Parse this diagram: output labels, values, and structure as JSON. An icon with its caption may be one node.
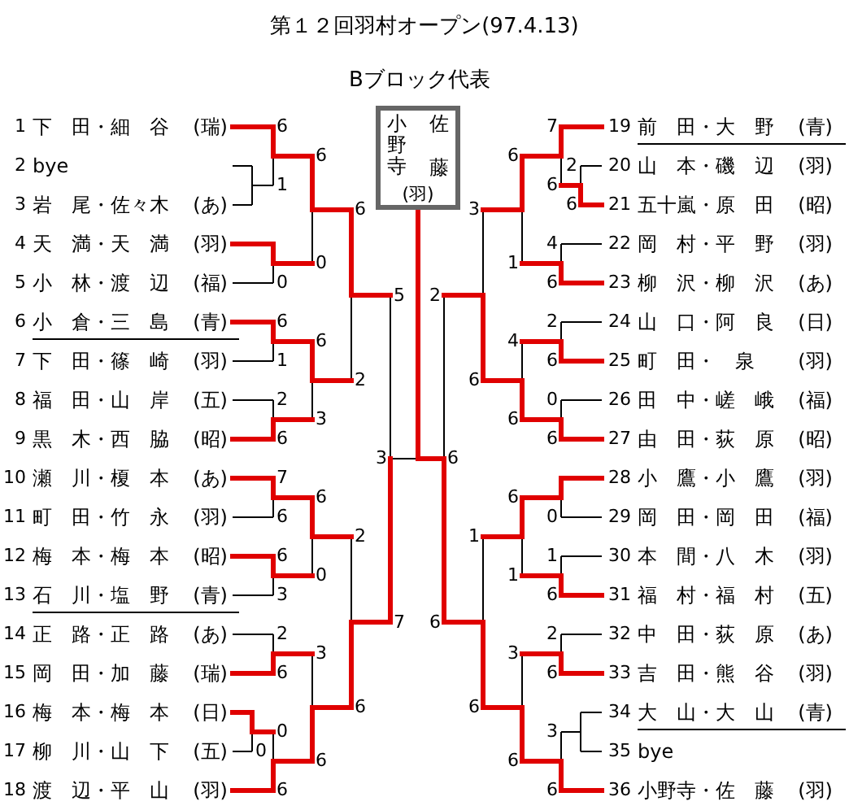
{
  "diagram": {
    "title": "第１２回羽村オープン(97.4.13)",
    "nodes": [
      {
        "text": [
          "下　田・細　谷",
          "(瑞)"
        ],
        "beside": [
          "1"
        ]
      },
      {
        "text": [
          "bye"
        ],
        "beside": [
          "2"
        ]
      },
      {
        "text": [
          "岩　尾・佐々木",
          "(あ)"
        ],
        "beside": [
          "3"
        ]
      },
      {
        "text": [
          "天　満・天　満",
          "(羽)"
        ],
        "beside": [
          "4"
        ]
      },
      {
        "text": [
          "小　林・渡　辺",
          "(福)"
        ],
        "beside": [
          "5"
        ]
      },
      {
        "text": [
          "小　倉・三　島",
          "(青)"
        ],
        "beside": [
          "6"
        ]
      },
      {
        "text": [
          "下　田・篠　崎",
          "(羽)"
        ],
        "beside": [
          "7"
        ]
      },
      {
        "text": [
          "福　田・山　岸",
          "(五)"
        ],
        "beside": [
          "8"
        ]
      },
      {
        "text": [
          "黒　木・西　脇",
          "(昭)"
        ],
        "beside": [
          "9"
        ]
      },
      {
        "text": [
          "瀬　川・榎　本",
          "(あ)"
        ],
        "beside": [
          "10"
        ]
      },
      {
        "text": [
          "町　田・竹　永",
          "(羽)"
        ],
        "beside": [
          "11"
        ]
      },
      {
        "text": [
          "梅　本・梅　本",
          "(昭)"
        ],
        "beside": [
          "12"
        ]
      },
      {
        "text": [
          "石　川・塩　野",
          "(青)"
        ],
        "beside": [
          "13"
        ]
      },
      {
        "text": [
          "正　路・正　路",
          "(あ)"
        ],
        "beside": [
          "14"
        ]
      },
      {
        "text": [
          "岡　田・加　藤",
          "(瑞)"
        ],
        "beside": [
          "15"
        ]
      },
      {
        "text": [
          "梅　本・梅　本",
          "(日)"
        ],
        "beside": [
          "16"
        ]
      },
      {
        "text": [
          "柳　川・山　下",
          "(五)"
        ],
        "beside": [
          "17"
        ]
      },
      {
        "text": [
          "渡　辺・平　山",
          "(羽)"
        ],
        "beside": [
          "18"
        ]
      },
      {
        "text": [
          "前　田・大　野",
          "(青)"
        ],
        "beside": [
          "19"
        ]
      },
      {
        "text": [
          "山　本・磯　辺",
          "(羽)"
        ],
        "beside": [
          "20"
        ]
      },
      {
        "text": [
          "五十嵐・原　田",
          "(昭)"
        ],
        "beside": [
          "21"
        ]
      },
      {
        "text": [
          "岡　村・平　野",
          "(羽)"
        ],
        "beside": [
          "22"
        ]
      },
      {
        "text": [
          "柳　沢・柳　沢",
          "(あ)"
        ],
        "beside": [
          "23"
        ]
      },
      {
        "text": [
          "山　口・阿　良",
          "(日)"
        ],
        "beside": [
          "24"
        ]
      },
      {
        "text": [
          "町　田・　泉",
          "(羽)"
        ],
        "beside": [
          "25"
        ]
      },
      {
        "text": [
          "田　中・嵯　峨",
          "(福)"
        ],
        "beside": [
          "26"
        ]
      },
      {
        "text": [
          "由　田・荻　原",
          "(昭)"
        ],
        "beside": [
          "27"
        ]
      },
      {
        "text": [
          "小　鷹・小　鷹",
          "(羽)"
        ],
        "beside": [
          "28"
        ]
      },
      {
        "text": [
          "岡　田・岡　田",
          "(福)"
        ],
        "beside": [
          "29"
        ]
      },
      {
        "text": [
          "本　間・八　木",
          "(羽)"
        ],
        "beside": [
          "30"
        ]
      },
      {
        "text": [
          "福　村・福　村",
          "(五)"
        ],
        "beside": [
          "31"
        ]
      },
      {
        "text": [
          "中　田・荻　原",
          "(あ)"
        ],
        "beside": [
          "32"
        ]
      },
      {
        "text": [
          "吉　田・熊　谷",
          "(羽)"
        ],
        "beside": [
          "33"
        ]
      },
      {
        "text": [
          "大　山・大　山",
          "(青)"
        ],
        "beside": [
          "34"
        ]
      },
      {
        "text": [
          "bye"
        ],
        "beside": [
          "35"
        ]
      },
      {
        "text": [
          "小野寺・佐　藤",
          "(羽)"
        ],
        "beside": [
          "36"
        ]
      },
      {
        "text": [
          "Bブロック代表",
          "小野寺",
          "佐藤",
          "(羽)"
        ]
      }
    ],
    "labels": [
      "6",
      "1",
      "0",
      "6",
      "0",
      "6",
      "1",
      "2",
      "6",
      "6",
      "3",
      "6",
      "2",
      "7",
      "6",
      "6",
      "3",
      "6",
      "0",
      "2",
      "6",
      "0",
      "0",
      "6",
      "3",
      "6",
      "2",
      "6",
      "5",
      "7",
      "2",
      "6",
      "7",
      "6",
      "4",
      "6",
      "6",
      "1",
      "2",
      "6",
      "0",
      "6",
      "4",
      "6",
      "3",
      "6",
      "0",
      "1",
      "6",
      "6",
      "1",
      "2",
      "6",
      "3",
      "6",
      "3",
      "6",
      "1",
      "6",
      "2",
      "6",
      "3",
      "6"
    ]
  }
}
